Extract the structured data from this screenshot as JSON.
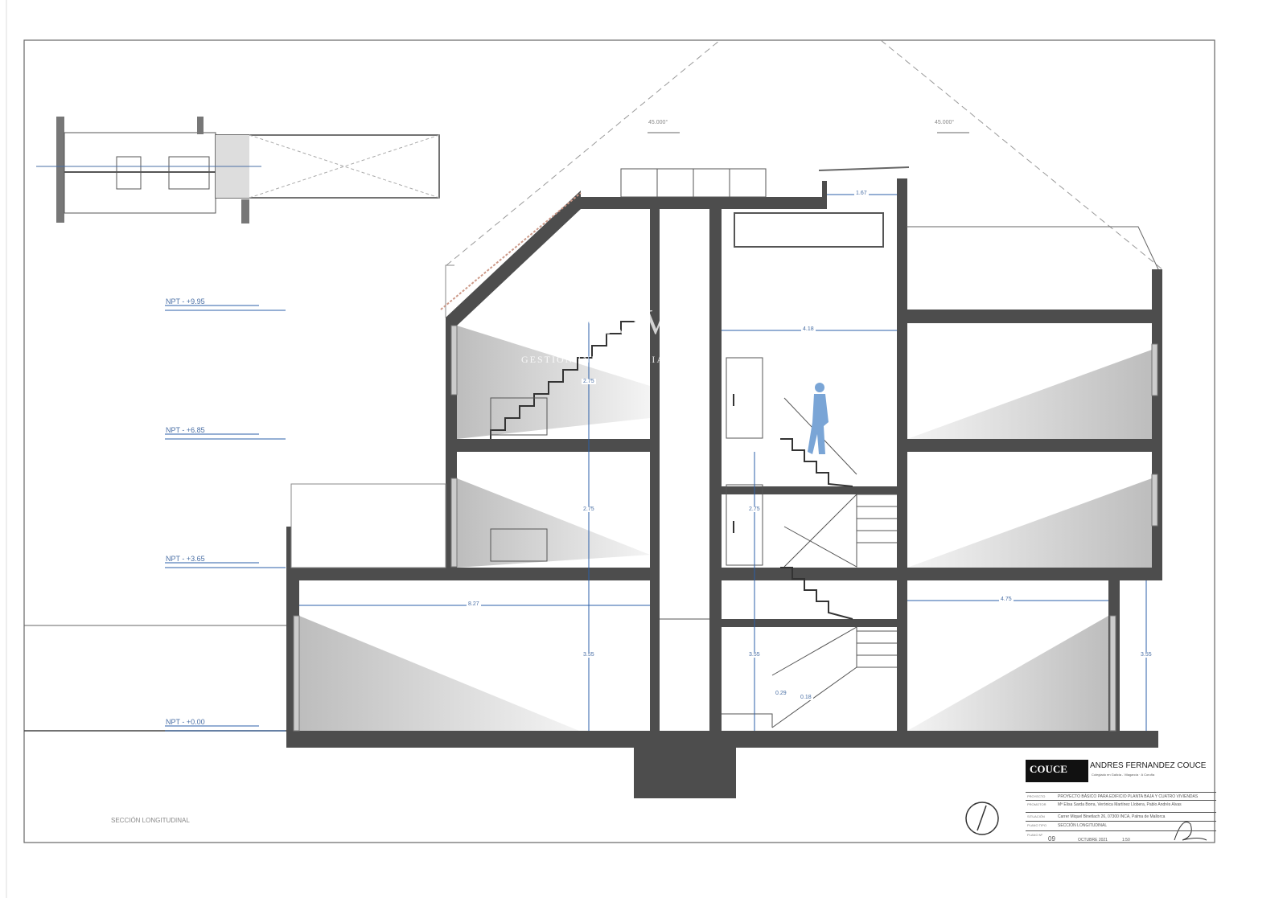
{
  "levels": [
    "NPT - +9.95",
    "NPT - +6.85",
    "NPT - +3.65",
    "NPT - +0.00"
  ],
  "dimensions": {
    "roof_width": "1.67",
    "top_floor_width": "4.18",
    "second_floor_height": "2.75",
    "first_floor_height": "2.75",
    "stair_height": "2.75",
    "ground_width": "8.27",
    "ground_height_left": "3.55",
    "ground_height_stair": "3.55",
    "right_width": "4.75",
    "ground_height_right": "3.55",
    "tread": "0.29",
    "riser": "0.18"
  },
  "angles": [
    "45.000°",
    "45.000°"
  ],
  "caption": "SECCIÓN LONGITUDINAL",
  "watermark": {
    "brand": "MOVY",
    "tagline": "GESTIÓN INMOBILIARIA"
  },
  "title_block": {
    "logo": "COUCE",
    "architect": "ANDRES FERNANDEZ COUCE",
    "address": "Colegiado en Galicia - Vilagarcía · A Coruña",
    "project_label": "PROYECTO",
    "project": "PROYECTO BÁSICO PARA EDIFICIO PLANTA BAJA Y CUATRO VIVIENDAS",
    "promoter_label": "PROMOTOR",
    "promoter": "Mª Elisa Sarda Borra, Verónica Martínez Llobera, Pablo Andrés Alvas",
    "location_label": "SITUACIÓN",
    "location": "Carrer Miquel Binetlach 26, 07300 INCA, Palma de Mallorca",
    "plan_label": "PLANO TIPO",
    "plan": "SECCIÓN LONGITUDINAL",
    "sheet_label": "PLANO Nº",
    "sheet": "09",
    "date": "OCTUBRE 2021",
    "scale": "1:50"
  }
}
